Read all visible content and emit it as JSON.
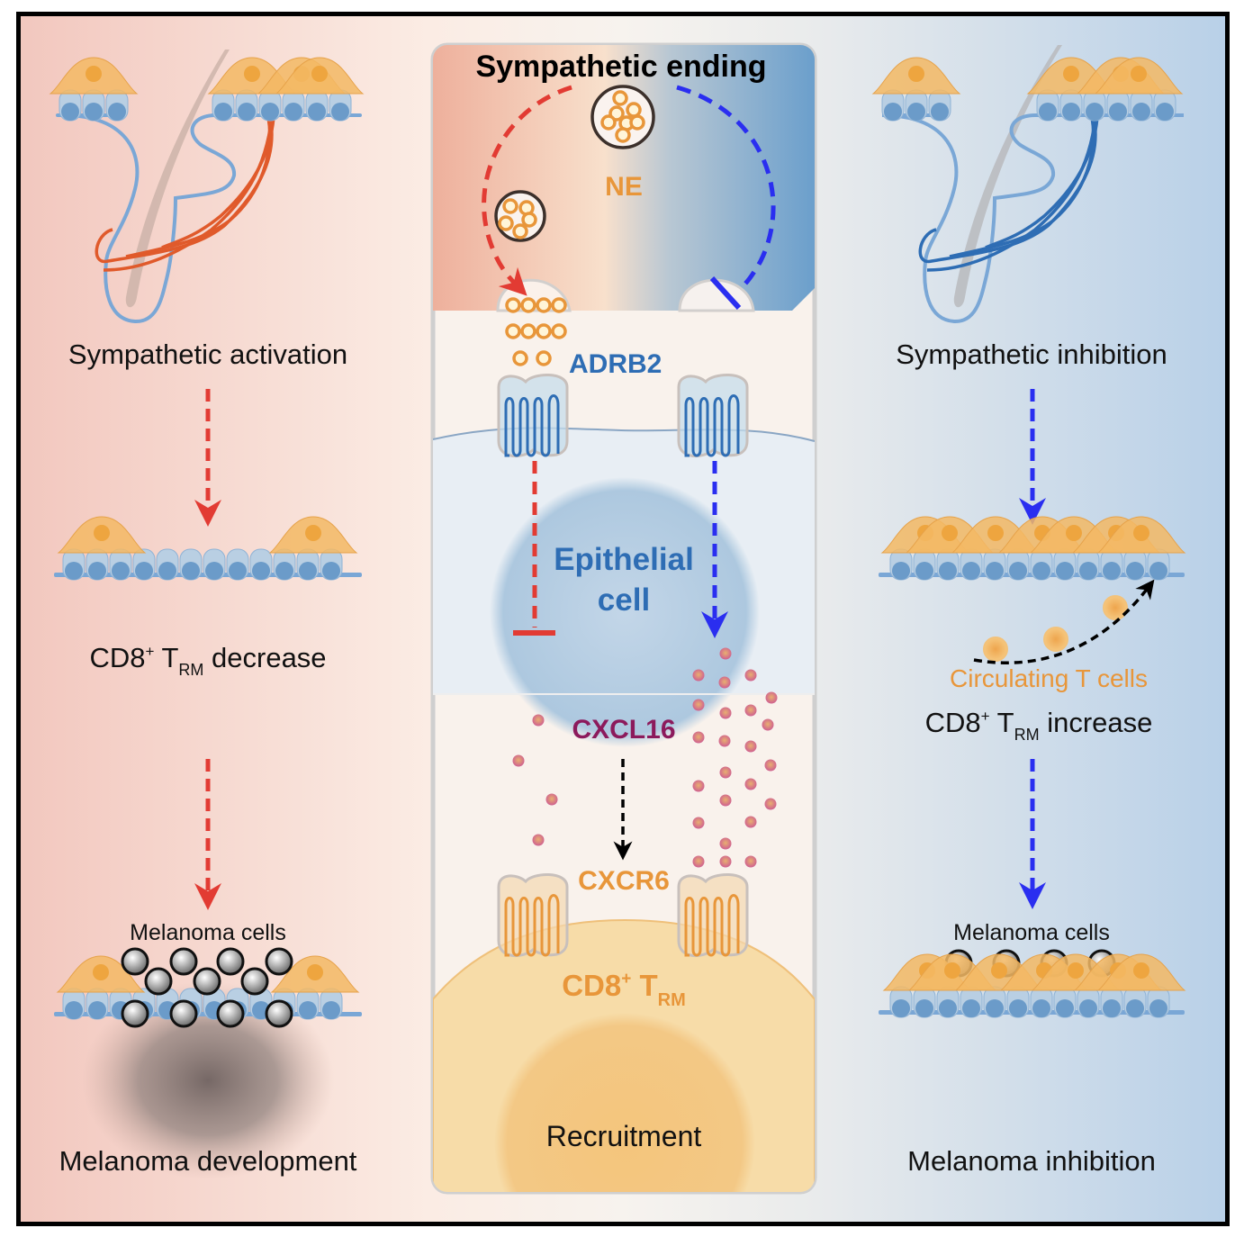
{
  "figure": {
    "type": "graphical abstract",
    "panels": [
      "left",
      "center",
      "right"
    ]
  },
  "colors": {
    "activation_red": "#e23b33",
    "inhibition_blue": "#2a2ef0",
    "ne_orange": "#e8963a",
    "adrb2_blue": "#2e6db4",
    "cxcl16_purple": "#8c1a5c",
    "trm_orange": "#e8963a",
    "left_bg_start": "#f3c9c0",
    "left_bg_end": "#fbeee6",
    "right_bg_start": "#ececec",
    "right_bg_end": "#b9d2e8",
    "frame": "#000000"
  },
  "left": {
    "title": "Sympathetic activation",
    "step2": {
      "prefix": "CD8",
      "sup": "+",
      "t": " T",
      "sub": "RM",
      "suffix": " decrease"
    },
    "melanoma_cells_label": "Melanoma cells",
    "outcome": "Melanoma development"
  },
  "center": {
    "title": "Sympathetic ending",
    "ne_label": "NE",
    "receptor_label": "ADRB2",
    "cell_label_line1": "Epithelial",
    "cell_label_line2": "cell",
    "chemokine_label": "CXCL16",
    "chemokine_receptor_label": "CXCR6",
    "trm": {
      "prefix": "CD8",
      "sup": "+",
      "t": " T",
      "sub": "RM"
    },
    "bottom_label": "Recruitment"
  },
  "right": {
    "title": "Sympathetic inhibition",
    "circulating_label": "Circulating T cells",
    "step2": {
      "prefix": "CD8",
      "sup": "+",
      "t": " T",
      "sub": "RM",
      "suffix": " increase"
    },
    "melanoma_cells_label": "Melanoma cells",
    "outcome": "Melanoma inhibition"
  }
}
